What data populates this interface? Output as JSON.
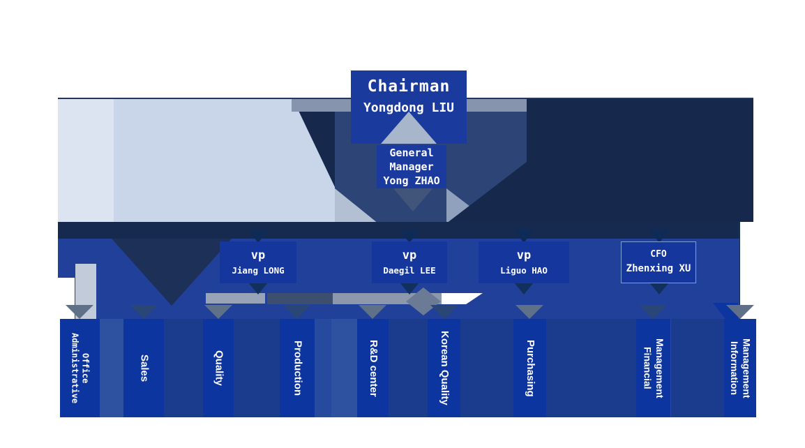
{
  "slide": {
    "chairman": {
      "title": "Chairman",
      "name": "Yongdong LIU"
    },
    "general_manager": {
      "title": "General Manager",
      "name": "Yong ZHAO"
    },
    "executives": [
      {
        "title": "vp",
        "name": "Jiang LONG"
      },
      {
        "title": "vp",
        "name": "Daegil LEE"
      },
      {
        "title": "vp",
        "name": "Liguo HAO"
      },
      {
        "title": "CFO",
        "name": "Zhenxing XU"
      }
    ],
    "departments": [
      {
        "label": "Administrative Office"
      },
      {
        "label": "Sales"
      },
      {
        "label": "Quality"
      },
      {
        "label": "Production"
      },
      {
        "label": "R&D center"
      },
      {
        "label": "Korean Quality"
      },
      {
        "label": "Purchasing"
      },
      {
        "label": "Financial Management"
      },
      {
        "label": "Information Management"
      }
    ],
    "colors": {
      "node_blue": "#1b3a9e",
      "column_blue": "#0d35a0",
      "dark_navy": "#16294d",
      "connector_navy": "#152a4e",
      "light_panel": "#c9d6e9",
      "pale_panel": "#dde4f1",
      "mid_blue": "#21409a"
    }
  }
}
